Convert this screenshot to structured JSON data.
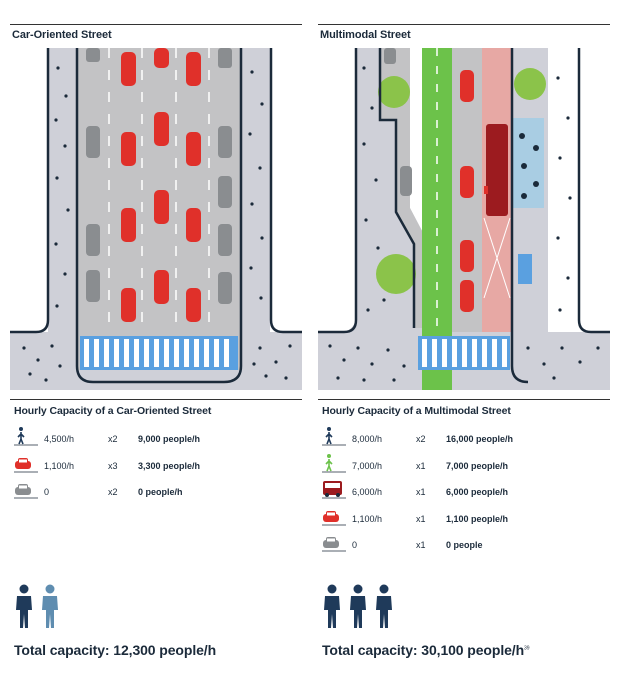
{
  "colors": {
    "ink": "#1b2a3a",
    "sidewalk": "#cfd0d8",
    "road": "#c3c3c5",
    "car_red": "#e0302a",
    "car_grey": "#8a8d90",
    "bike_green": "#6cc24a",
    "bus_red": "#e7a8a4",
    "bus_dark": "#9c1b1f",
    "tree_green": "#8bc34a",
    "cafe_blue": "#a9cde3",
    "crosswalk_blue": "#5aa0e0",
    "person_dark": "#1f3a5a",
    "person_light": "#5f8db0"
  },
  "left": {
    "title": "Car-Oriented Street",
    "capacity_title": "Hourly Capacity of a Car-Oriented Street",
    "rows": [
      {
        "icon": "pedestrian-icon",
        "rate": "4,500/h",
        "multiplier": "x2",
        "people": "9,000 people/h"
      },
      {
        "icon": "car-moving-icon",
        "rate": "1,100/h",
        "multiplier": "x3",
        "people": "3,300 people/h"
      },
      {
        "icon": "car-parked-icon",
        "rate": "0",
        "multiplier": "x2",
        "people": "0 people/h"
      }
    ],
    "total": "Total capacity:  12,300 people/h"
  },
  "right": {
    "title": "Multimodal Street",
    "capacity_title": "Hourly Capacity of a Multimodal Street",
    "rows": [
      {
        "icon": "pedestrian-icon",
        "rate": "8,000/h",
        "multiplier": "x2",
        "people": "16,000 people/h"
      },
      {
        "icon": "cyclist-icon",
        "rate": "7,000/h",
        "multiplier": "x1",
        "people": "7,000 people/h"
      },
      {
        "icon": "bus-icon",
        "rate": "6,000/h",
        "multiplier": "x1",
        "people": "6,000 people/h"
      },
      {
        "icon": "car-moving-icon",
        "rate": "1,100/h",
        "multiplier": "x1",
        "people": "1,100 people/h"
      },
      {
        "icon": "car-parked-icon",
        "rate": "0",
        "multiplier": "x1",
        "people": "0 people"
      }
    ],
    "total": "Total capacity:  30,100 people/h",
    "total_footnote": "39"
  }
}
